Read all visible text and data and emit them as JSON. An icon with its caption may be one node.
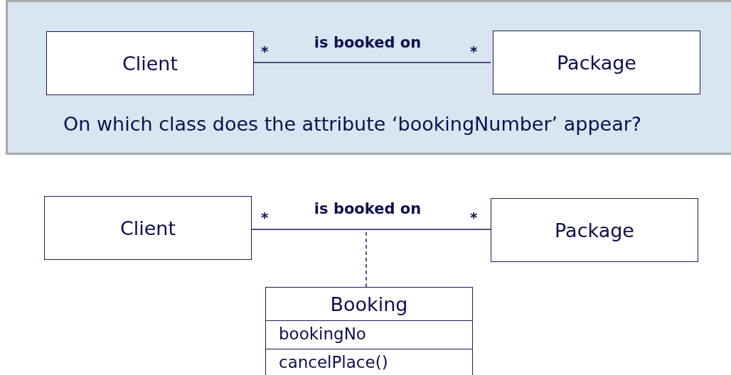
{
  "diagram": {
    "nodes": [
      {
        "text": [
          "On which class does the attribute ‘bookingNumber’ appear?"
        ]
      },
      {
        "text": [
          "Client"
        ],
        "in": 0
      },
      {
        "text": [
          "Package"
        ],
        "in": 0
      },
      {
        "text": [
          "Client"
        ]
      },
      {
        "text": [
          "Package"
        ]
      },
      {
        "text": [
          "Booking",
          "bookingNo",
          "cancelPlace()"
        ]
      }
    ],
    "edges": [
      {
        "from": 1,
        "to": 2,
        "arrow": "none",
        "label": "is booked on"
      },
      {
        "from": 3,
        "to": 4,
        "arrow": "none",
        "label": "is booked on"
      },
      {
        "from": 5,
        "to": null,
        "arrow": "none",
        "style": "dashed"
      }
    ],
    "labels": [
      "*",
      "*",
      "*",
      "*"
    ]
  }
}
